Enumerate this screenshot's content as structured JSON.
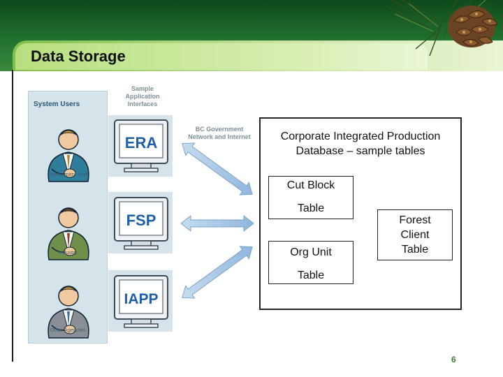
{
  "slide": {
    "title": "Data Storage",
    "page_number": "6"
  },
  "illustration": {
    "panel_title": "System Users",
    "users": [
      {
        "label": "Government Staff"
      },
      {
        "label": "Industry"
      },
      {
        "label": "Other Agencies"
      }
    ],
    "sample_label": [
      "Sample",
      "Application",
      "Interfaces"
    ],
    "network_label": [
      "BC Government",
      "Network and Internet"
    ],
    "apps": [
      {
        "name": "ERA"
      },
      {
        "name": "FSP"
      },
      {
        "name": "IAPP"
      }
    ]
  },
  "database": {
    "title_line1": "Corporate Integrated Production",
    "title_line2": "Database – sample tables",
    "tables": [
      {
        "lines": [
          "Cut Block",
          "Table"
        ]
      },
      {
        "lines": [
          "Org Unit",
          "Table"
        ]
      },
      {
        "lines": [
          "Forest",
          "Client",
          "Table"
        ]
      }
    ]
  },
  "colors": {
    "header_dark_green": "#1d6a2c",
    "title_bar_green": "#b7df7e",
    "panel_blue": "#d5e4ea",
    "app_text_blue": "#1e5fa8",
    "arrow_blue": "#a8c8e8",
    "page_number_green": "#3f7a2e"
  }
}
